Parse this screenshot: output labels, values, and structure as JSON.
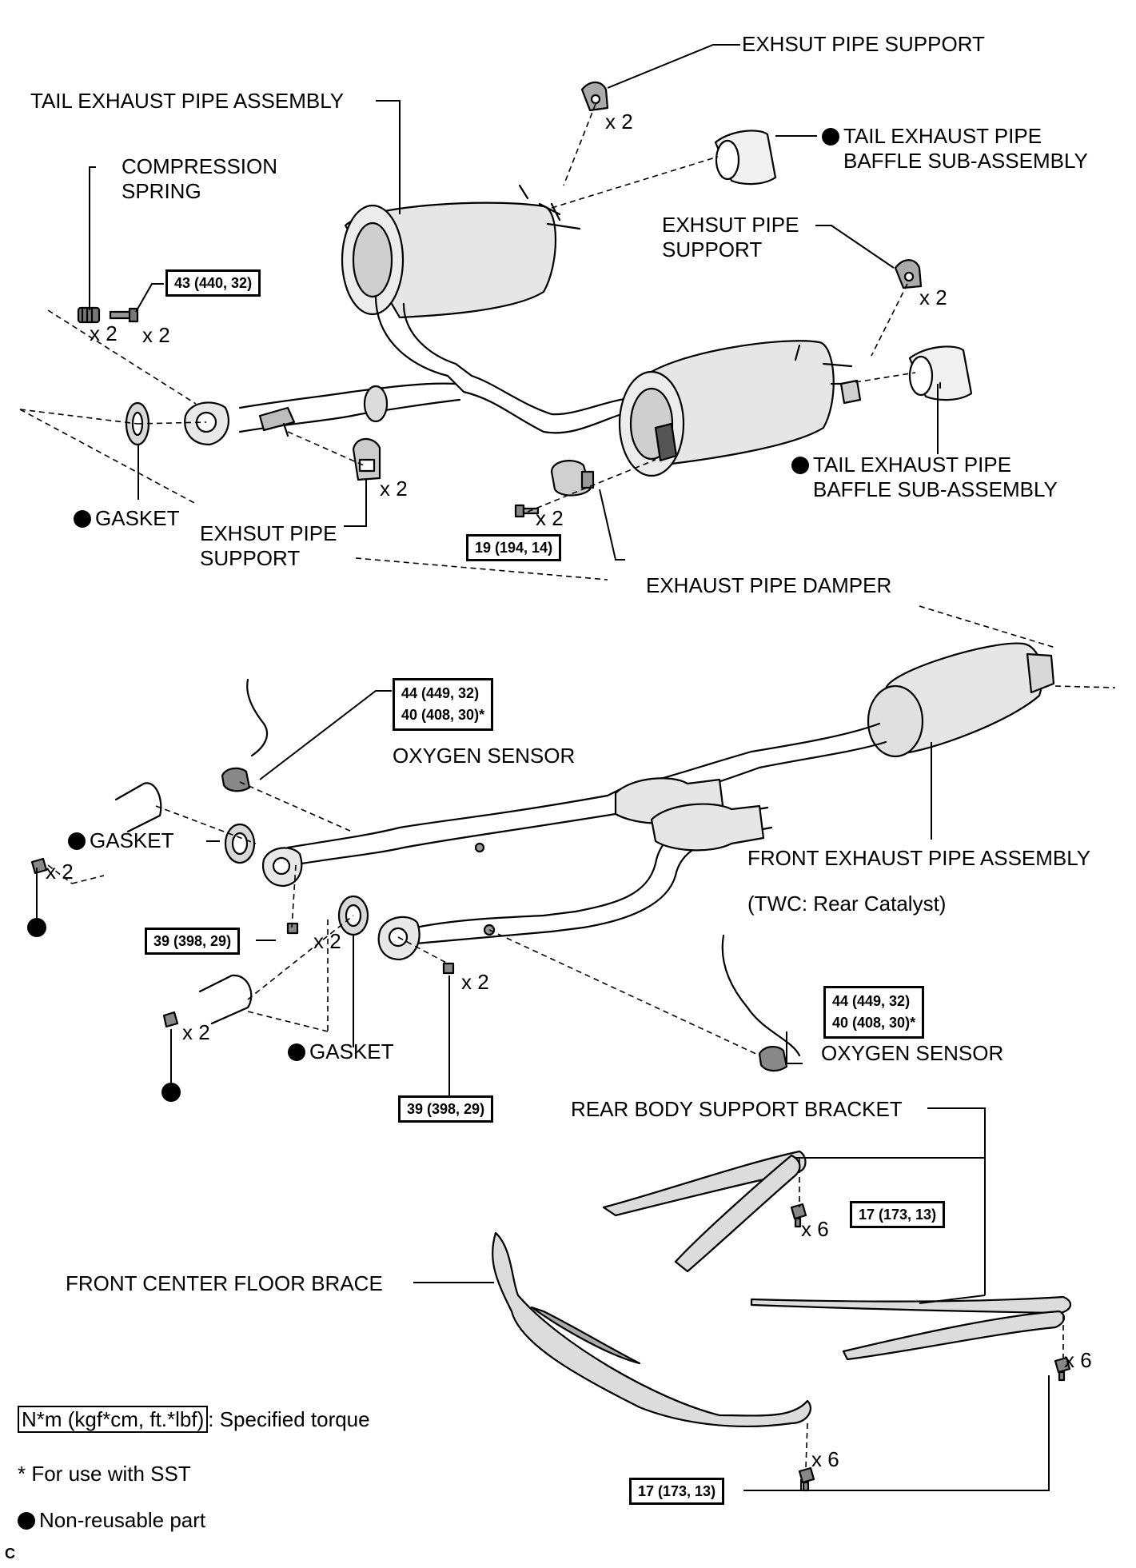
{
  "labels": {
    "exhaust_pipe_support_top": "EXHSUT PIPE SUPPORT",
    "tail_exhaust_pipe_assembly": "TAIL EXHAUST PIPE ASSEMBLY",
    "baffle_top_line1": "TAIL EXHAUST PIPE",
    "baffle_top_line2": "BAFFLE SUB-ASSEMBLY",
    "compression_spring_line1": "COMPRESSION",
    "compression_spring_line2": "SPRING",
    "exhaust_pipe_support_mid_line1": "EXHSUT PIPE",
    "exhaust_pipe_support_mid_line2": "SUPPORT",
    "baffle_bottom_line1": "TAIL EXHAUST PIPE",
    "baffle_bottom_line2": "BAFFLE SUB-ASSEMBLY",
    "gasket_1": "GASKET",
    "exhaust_pipe_support_low_line1": "EXHSUT PIPE",
    "exhaust_pipe_support_low_line2": "SUPPORT",
    "exhaust_pipe_damper": "EXHAUST PIPE DAMPER",
    "oxygen_sensor_1": "OXYGEN SENSOR",
    "gasket_2": "GASKET",
    "front_exhaust_pipe_assembly": "FRONT EXHAUST PIPE ASSEMBLY",
    "twc_rear_catalyst": "(TWC: Rear Catalyst)",
    "gasket_3": "GASKET",
    "oxygen_sensor_2": "OXYGEN SENSOR",
    "rear_body_support_bracket": "REAR BODY SUPPORT BRACKET",
    "front_center_floor_brace": "FRONT CENTER FLOOR BRACE"
  },
  "quantities": {
    "x2": "x 2",
    "x6": "x 6"
  },
  "torques": {
    "t43": "43 (440, 32)",
    "t19": "19 (194, 14)",
    "t44": "44 (449, 32)",
    "t40": "40 (408, 30)*",
    "t39": "39 (398, 29)",
    "t17": "17 (173, 13)"
  },
  "legend": {
    "torque_format": "N*m (kgf*cm, ft.*lbf)",
    "torque_desc": ": Specified torque",
    "sst_note": "* For use with SST",
    "non_reusable": "Non-reusable part"
  },
  "corner_code": "C"
}
